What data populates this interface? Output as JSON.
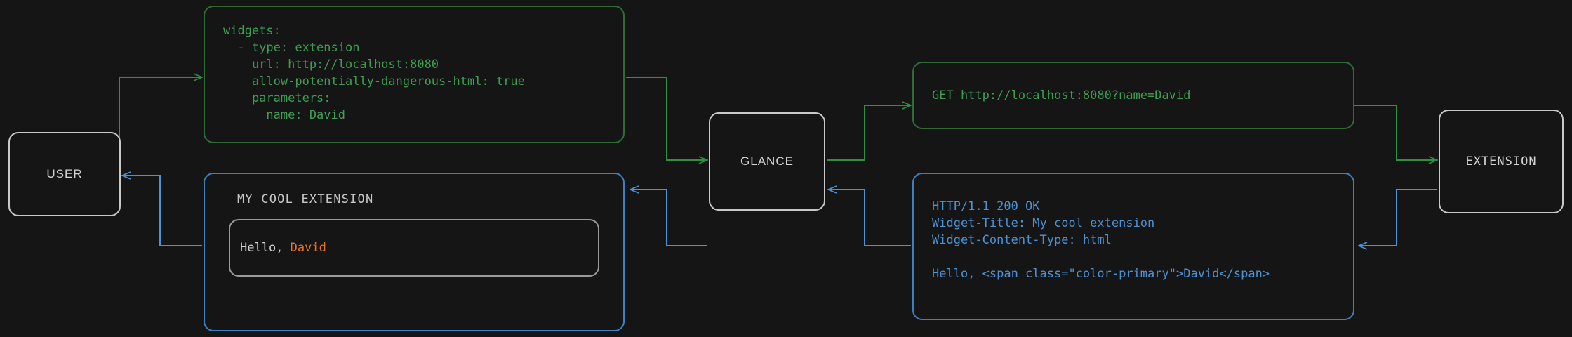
{
  "theme": {
    "background": "#151515",
    "node_border": "#c9c9c9",
    "node_text": "#d4d4d4",
    "request_green": "#3f9e52",
    "request_green_border": "#2f6b36",
    "response_blue": "#4e92d6",
    "response_blue_border": "#3d7fbf",
    "accent_orange": "#e8722a",
    "card_border": "#9a9a9a"
  },
  "nodes": {
    "user": {
      "label": "USER"
    },
    "glance": {
      "label": "GLANCE"
    },
    "extension": {
      "label": "EXTENSION"
    }
  },
  "boxes": {
    "yaml_config": {
      "text": "widgets:\n  - type: extension\n    url: http://localhost:8080\n    allow-potentially-dangerous-html: true\n    parameters:\n      name: David"
    },
    "http_request": {
      "text": "GET http://localhost:8080?name=David"
    },
    "http_response": {
      "text": "HTTP/1.1 200 OK\nWidget-Title: My cool extension\nWidget-Content-Type: html\n\nHello, <span class=\"color-primary\">David</span>"
    },
    "rendered_widget": {
      "title": "MY COOL EXTENSION",
      "greeting_prefix": "Hello, ",
      "greeting_name": "David"
    }
  },
  "flow": {
    "request_edges": [
      "user -> yaml_config",
      "yaml_config -> glance",
      "glance -> http_request",
      "http_request -> extension"
    ],
    "response_edges": [
      "extension -> http_response",
      "http_response -> glance",
      "glance -> rendered_widget",
      "rendered_widget -> user"
    ]
  }
}
